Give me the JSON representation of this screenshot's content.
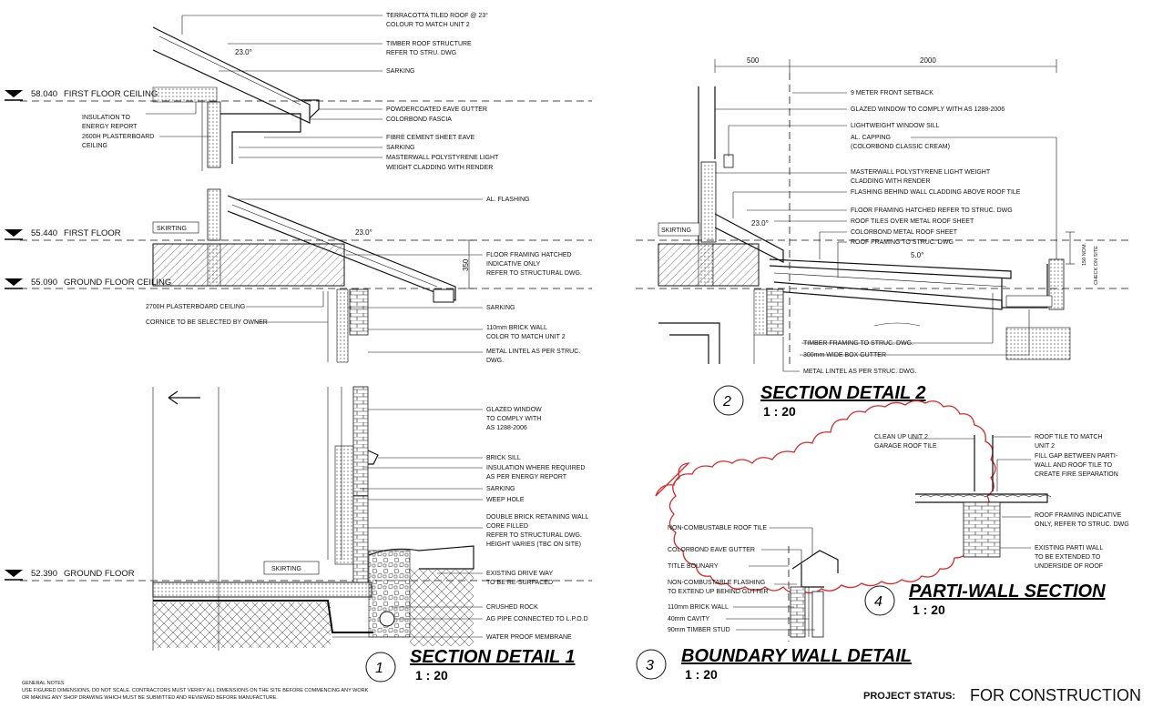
{
  "levels": [
    {
      "value": "58.040",
      "label": "FIRST FLOOR CEILING"
    },
    {
      "value": "55.440",
      "label": "FIRST FLOOR"
    },
    {
      "value": "55.090",
      "label": "GROUND FLOOR CEILING"
    },
    {
      "value": "52.390",
      "label": "GROUND FLOOR"
    }
  ],
  "detail1": {
    "number": "1",
    "title": "SECTION DETAIL 1",
    "scale": "1 : 20",
    "notes_right": [
      "TERRACOTTA TILED ROOF @ 23°",
      "COLOUR TO MATCH UNIT 2",
      "TIMBER ROOF STRUCTURE",
      "REFER TO STRU. DWG",
      "SARKING",
      "POWDERCOATED EAVE GUTTER",
      "COLORBOND FASCIA",
      "FIBRE CEMENT SHEET EAVE",
      "SARKING",
      "MASTERWALL POLYSTYRENE LIGHT",
      "WEIGHT CLADDING WITH RENDER",
      "AL. FLASHING",
      "FLOOR FRAMING HATCHED",
      "INDICATIVE ONLY",
      "REFER TO STRUCTURAL DWG.",
      "SARKING",
      "110mm BRICK WALL",
      "COLOR TO MATCH UNIT 2",
      "METAL LINTEL AS PER STRUC.",
      "DWG.",
      "GLAZED WINDOW",
      "TO COMPLY WITH",
      "AS 1288-2006",
      "BRICK SILL",
      "INSULATION WHERE REQUIRED",
      "AS PER ENERGY REPORT",
      "SARKING",
      "WEEP HOLE",
      "DOUBLE BRICK RETAINING WALL",
      "CORE FILLED",
      "REFER TO STRUCTURAL DWG.",
      "HEIGHT VARIES (TBC ON SITE)",
      "EXISTING DRIVE WAY",
      "TO BE RE-SURFACED",
      "CRUSHED ROCK",
      "AG PIPE CONNECTED TO L.P.O.D",
      "WATER PROOF MEMBRANE"
    ],
    "notes_left": [
      "INSULATION TO",
      "ENERGY REPORT",
      "2600H PLASTERBOARD",
      "CEILING",
      "2700H PLASTERBOARD CEILING",
      "CORNICE TO BE SELECTED BY OWNER"
    ],
    "skirting_labels": [
      "SKIRTING",
      "SKIRTING"
    ],
    "angle": "23.0°",
    "angle2": "23.0°",
    "dim_350": "350"
  },
  "detail2": {
    "number": "2",
    "title": "SECTION DETAIL 2",
    "scale": "1 : 20",
    "dims": [
      "500",
      "2000"
    ],
    "notes": [
      "9 METER FRONT SETBACK",
      "GLAZED WINDOW TO COMPLY WITH AS 1288-2006",
      "LIGHTWEIGHT WINDOW SILL",
      "AL. CAPPING",
      "(COLORBOND CLASSIC CREAM)",
      "MASTERWALL POLYSTYRENE LIGHT WEIGHT",
      "CLADDING WITH RENDER",
      "FLASHING BEHIND WALL CLADDING ABOVE ROOF TILE",
      "FLOOR FRAMING HATCHED REFER TO STRUC. DWG",
      "ROOF TILES OVER METAL ROOF SHEET",
      "COLORBOND METAL ROOF SHEET",
      "ROOF FRAMING TO STRUC. DWG",
      "TIMBER FRAMING TO STRUC. DWG.",
      "300mm WIDE BOX GUTTER",
      "METAL LINTEL AS PER STRUC. DWG."
    ],
    "skirting": "SKIRTING",
    "angle": "23.0°",
    "slope": "5.0°",
    "side_note": [
      "150 NOM.",
      "CHECK ON SITE"
    ]
  },
  "detail3": {
    "number": "3",
    "title": "BOUNDARY WALL DETAIL",
    "scale": "1 : 20",
    "notes": [
      "NON-COMBUSTABLE ROOF TILE",
      "COLORBOND EAVE GUTTER",
      "TITLE BOUNARY",
      "NON-COMBUSTABLE FLASHING",
      "TO EXTEND UP BEHIND GUTTER",
      "110mm BRICK WALL",
      "40mm CAVITY",
      "90mm TIMBER STUD"
    ]
  },
  "detail4": {
    "number": "4",
    "title": "PARTI-WALL SECTION",
    "scale": "1 : 20",
    "notes": [
      "CLEAN UP UNIT 2",
      "GARAGE ROOF TILE",
      "ROOF TILE TO MATCH",
      "UNIT 2",
      "FILL GAP BETWEEN PARTI-",
      "WALL AND ROOF TILE TO",
      "CREATE FIRE SEPARATION",
      "ROOF FRAMING INDICATIVE",
      "ONLY, REFER TO STRUC. DWG",
      "EXISTING PARTI WALL",
      "TO BE EXTENDED TO",
      "UNDERSIDE OF ROOF"
    ]
  },
  "general_notes": {
    "heading": "GENERAL NOTES",
    "lines": [
      "USE FIGURED DIMENSIONS, DO NOT SCALE. CONTRACTORS MUST VERIFY ALL DIMENSIONS ON THE SITE BEFORE COMMENCING ANY WORK",
      "OR MAKING ANY SHOP DRAWING WHICH MUST BE SUBMITTED AND REVIEWED BEFORE MANUFACTURE."
    ]
  },
  "project_status": {
    "label": "PROJECT STATUS:",
    "value": "FOR CONSTRUCTION"
  },
  "colors": {
    "cloud": "#d42a2a",
    "ink": "#111111"
  }
}
